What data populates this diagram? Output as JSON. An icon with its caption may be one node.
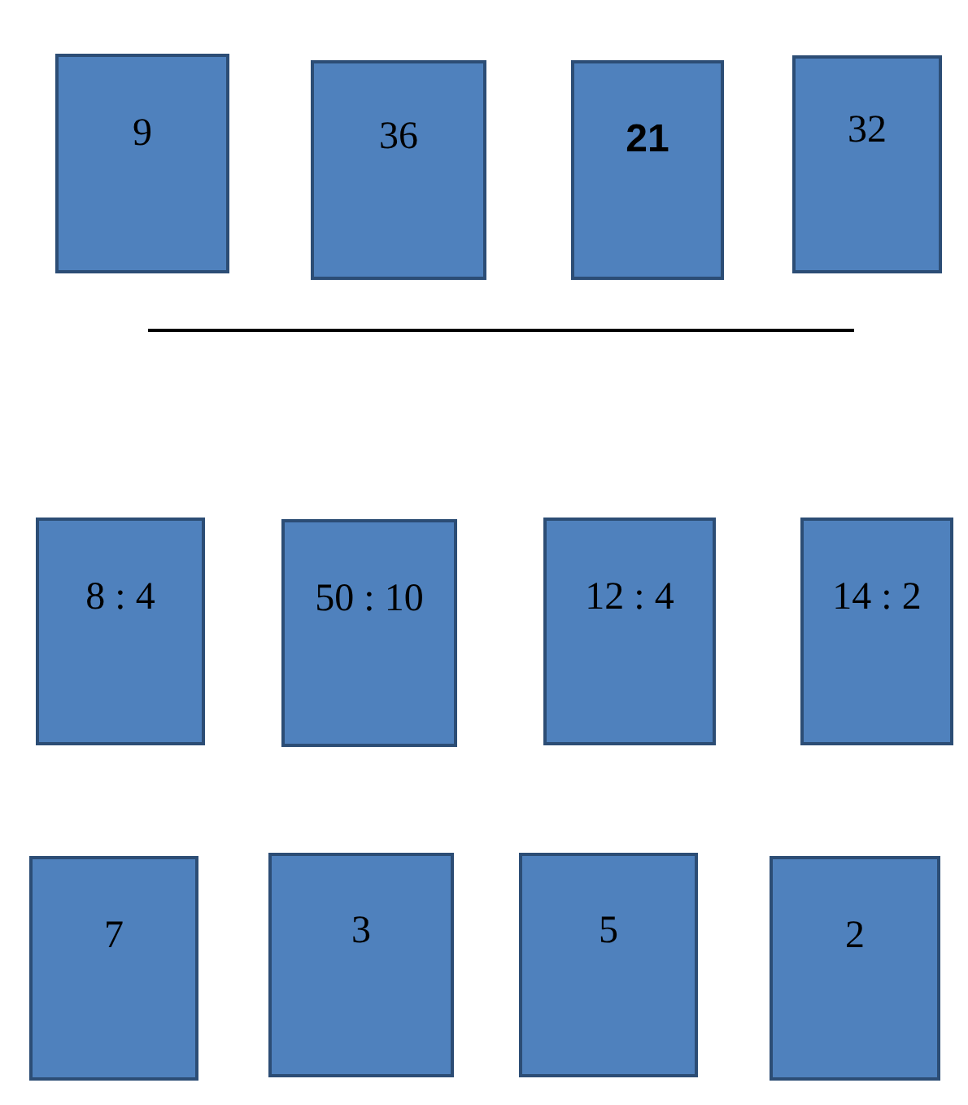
{
  "diagram": {
    "nodes": [
      {
        "text": [
          "9"
        ]
      },
      {
        "text": [
          "36"
        ]
      },
      {
        "text": [
          "21"
        ]
      },
      {
        "text": [
          "32"
        ]
      },
      {
        "text": [
          "8 : 4"
        ]
      },
      {
        "text": [
          "50 : 10"
        ]
      },
      {
        "text": [
          "12 : 4"
        ]
      },
      {
        "text": [
          "14 : 2"
        ]
      },
      {
        "text": [
          "7"
        ]
      },
      {
        "text": [
          "3"
        ]
      },
      {
        "text": [
          "5"
        ]
      },
      {
        "text": [
          "2"
        ]
      }
    ]
  }
}
